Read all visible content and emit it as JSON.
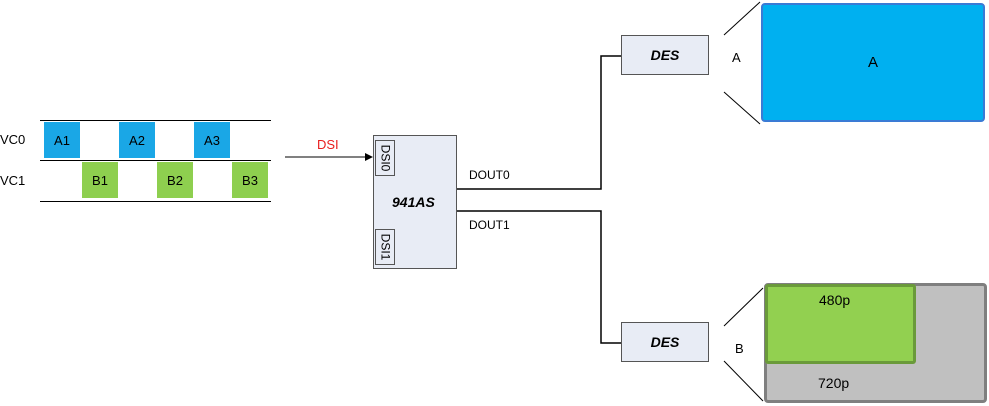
{
  "lanes": {
    "vc0_label": "VC0",
    "vc1_label": "VC1",
    "vc0_packets": [
      "A1",
      "A2",
      "A3"
    ],
    "vc1_packets": [
      "B1",
      "B2",
      "B3"
    ]
  },
  "dsi_label": "DSI",
  "serializer": {
    "name": "941AS",
    "port0": "DSI0",
    "port1": "DSI1",
    "out0": "DOUT0",
    "out1": "DOUT1"
  },
  "des_top": {
    "label": "DES",
    "display_tag": "A"
  },
  "des_bottom": {
    "label": "DES",
    "display_tag": "B"
  },
  "display_a": {
    "label": "A"
  },
  "display_b": {
    "outer_label": "720p",
    "inner_label": "480p"
  },
  "colors": {
    "stream_a": "#1aa7e6",
    "stream_b": "#8ecf4f",
    "dsi_text": "#e81e1e",
    "display_a_fill": "#00b0f0",
    "display_a_border": "#3a7bd5",
    "display_b_fill": "#c0c0c0",
    "display_b_border": "#7f7f7f",
    "display_b_inner": "#92d050",
    "display_b_inner_border": "#6a9a3a"
  }
}
